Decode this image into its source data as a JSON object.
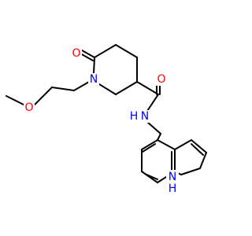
{
  "diagram": {
    "type": "molecule-structure",
    "colors": {
      "background": "#ffffff",
      "bond": "#000000",
      "oxygen": "#ff0000",
      "nitrogen": "#0000ff"
    },
    "atoms": [
      {
        "id": "o_methoxy",
        "text": "O",
        "element": "O"
      },
      {
        "id": "o_lactam",
        "text": "O",
        "element": "O"
      },
      {
        "id": "n_ring",
        "text": "N",
        "element": "N"
      },
      {
        "id": "o_amide",
        "text": "O",
        "element": "O"
      },
      {
        "id": "n_amide",
        "text": "N",
        "element": "N"
      },
      {
        "id": "h_amide",
        "text": "H",
        "element": "N"
      },
      {
        "id": "n_indole",
        "text": "N",
        "element": "N"
      },
      {
        "id": "h_indole",
        "text": "H",
        "element": "N"
      }
    ]
  }
}
